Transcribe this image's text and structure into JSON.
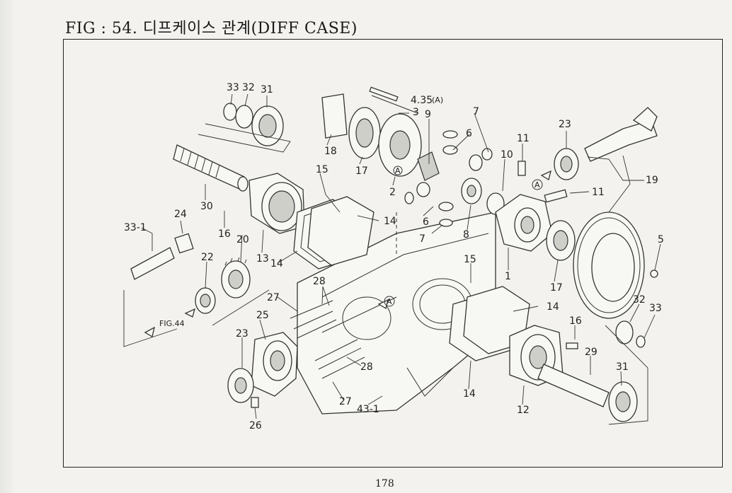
{
  "figure": {
    "title": "FIG : 54. 디프케이스 관계(DIFF CASE)",
    "page_number": "178"
  },
  "references": {
    "fig44": "FIG.44",
    "bolt_ref": "4.35",
    "bolt_ref_suffix": "(A)",
    "circle_a": "A"
  },
  "part_labels": [
    {
      "id": "p33a",
      "text": "33"
    },
    {
      "id": "p32a",
      "text": "32"
    },
    {
      "id": "p31a",
      "text": "31"
    },
    {
      "id": "p30",
      "text": "30"
    },
    {
      "id": "p24",
      "text": "24"
    },
    {
      "id": "p33-1",
      "text": "33-1"
    },
    {
      "id": "p16a",
      "text": "16"
    },
    {
      "id": "p20",
      "text": "20"
    },
    {
      "id": "p13",
      "text": "13"
    },
    {
      "id": "p22",
      "text": "22"
    },
    {
      "id": "p14a",
      "text": "14"
    },
    {
      "id": "p14b",
      "text": "14"
    },
    {
      "id": "p15a",
      "text": "15"
    },
    {
      "id": "p18",
      "text": "18"
    },
    {
      "id": "p17a",
      "text": "17"
    },
    {
      "id": "p3",
      "text": "3"
    },
    {
      "id": "p9",
      "text": "9"
    },
    {
      "id": "p2",
      "text": "2"
    },
    {
      "id": "p7a",
      "text": "7"
    },
    {
      "id": "p6a",
      "text": "6"
    },
    {
      "id": "p10",
      "text": "10"
    },
    {
      "id": "p11a",
      "text": "11"
    },
    {
      "id": "p23a",
      "text": "23"
    },
    {
      "id": "p19",
      "text": "19"
    },
    {
      "id": "p11b",
      "text": "11"
    },
    {
      "id": "p6b",
      "text": "6"
    },
    {
      "id": "p7b",
      "text": "7"
    },
    {
      "id": "p8",
      "text": "8"
    },
    {
      "id": "p1",
      "text": "1"
    },
    {
      "id": "p17b",
      "text": "17"
    },
    {
      "id": "p5",
      "text": "5"
    },
    {
      "id": "p28a",
      "text": "28"
    },
    {
      "id": "p27a",
      "text": "27"
    },
    {
      "id": "p25",
      "text": "25"
    },
    {
      "id": "p23b",
      "text": "23"
    },
    {
      "id": "p26",
      "text": "26"
    },
    {
      "id": "p28b",
      "text": "28"
    },
    {
      "id": "p27b",
      "text": "27"
    },
    {
      "id": "p43-1",
      "text": "43-1"
    },
    {
      "id": "p15b",
      "text": "15"
    },
    {
      "id": "p14c",
      "text": "14"
    },
    {
      "id": "p14d",
      "text": "14"
    },
    {
      "id": "p12",
      "text": "12"
    },
    {
      "id": "p16b",
      "text": "16"
    },
    {
      "id": "p29",
      "text": "29"
    },
    {
      "id": "p31b",
      "text": "31"
    },
    {
      "id": "p32b",
      "text": "32"
    },
    {
      "id": "p33b",
      "text": "33"
    }
  ]
}
